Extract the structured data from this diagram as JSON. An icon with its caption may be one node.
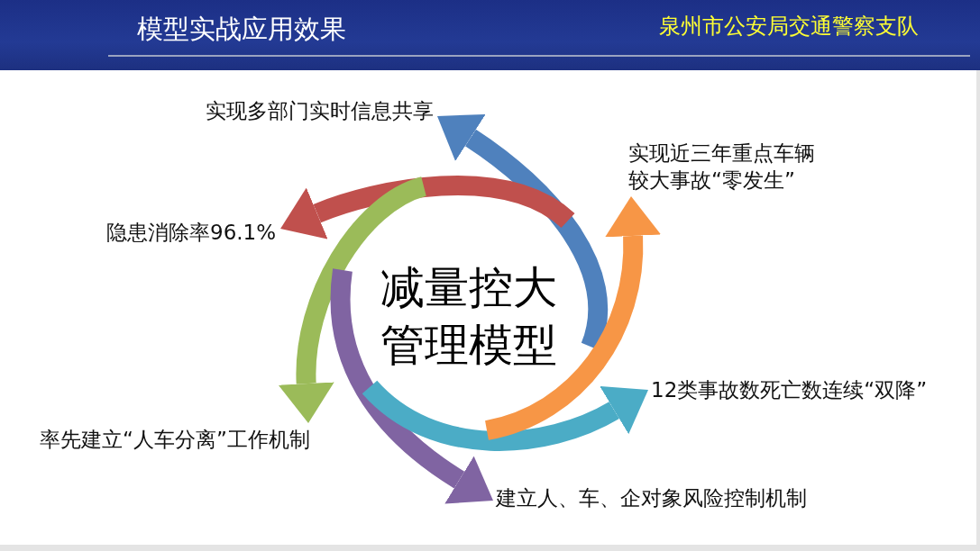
{
  "diagram": {
    "title": "模型实战应用效果",
    "nodes": [
      {
        "text": [
          "减量控大管理模型"
        ]
      },
      {
        "text": [
          "实现多部门实时信息共享"
        ]
      },
      {
        "text": [
          "实现近三年重点车辆较大事故“零发生”"
        ]
      },
      {
        "text": [
          "隐患消除率96.1%"
        ]
      },
      {
        "text": [
          "12类事故数死亡数连续“双降”"
        ]
      },
      {
        "text": [
          "率先建立“人车分离”工作机制"
        ]
      },
      {
        "text": [
          "建立人、车、企对象风险控制机制"
        ]
      }
    ],
    "edges": [
      {
        "from": null,
        "to": 1,
        "arrow": "to",
        "color": "#4f81bd"
      },
      {
        "from": null,
        "to": 3,
        "arrow": "to",
        "color": "#c0504d"
      },
      {
        "from": null,
        "to": 5,
        "arrow": "to",
        "color": "#9bbb59"
      },
      {
        "from": null,
        "to": 6,
        "arrow": "to",
        "color": "#8064a2"
      },
      {
        "from": null,
        "to": 4,
        "arrow": "to",
        "color": "#4bacc6"
      },
      {
        "from": null,
        "to": 2,
        "arrow": "to",
        "color": "#f79646"
      }
    ],
    "labels": [
      "泉州市公安局交通警察支队"
    ]
  }
}
